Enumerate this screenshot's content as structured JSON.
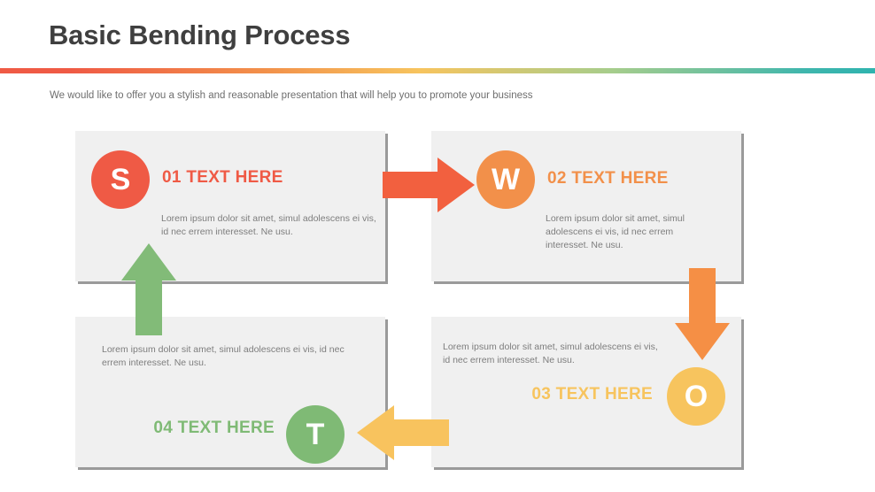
{
  "header": {
    "title": "Basic Bending Process",
    "subtitle": "We would like to offer you a stylish and reasonable presentation that will help you to promote your business"
  },
  "colors": {
    "title_text": "#3f3f3f",
    "subtitle_text": "#6e6e6e",
    "body_text": "#7d7d7d",
    "card_fill": "#f0f0f0",
    "card_shadow": "#9a9a9a",
    "step_1": "#ef5a45",
    "step_2": "#f2904a",
    "step_3": "#f7c45e",
    "step_4": "#7fba75",
    "divider_end": "#2fb3ae"
  },
  "divider": {
    "name": "gradient-rule",
    "stops": [
      "#ef5a45",
      "#f2904a",
      "#f7c45e",
      "#a6cd8c",
      "#2fb3ae"
    ]
  },
  "steps": [
    {
      "id": "01",
      "letter": "S",
      "heading": "01 TEXT HERE",
      "body": "Lorem ipsum dolor sit amet, simul adolescens ei vis, id nec errem interesset. Ne usu.",
      "color": "#ef5a45"
    },
    {
      "id": "02",
      "letter": "W",
      "heading": "02 TEXT HERE",
      "body": "Lorem ipsum dolor sit amet, simul adolescens ei vis, id nec errem interesset. Ne usu.",
      "color": "#f2904a"
    },
    {
      "id": "03",
      "letter": "O",
      "heading": "03 TEXT HERE",
      "body": "Lorem ipsum dolor sit amet, simul adolescens ei vis, id nec errem interesset. Ne usu.",
      "color": "#f7c45e"
    },
    {
      "id": "04",
      "letter": "T",
      "heading": "04 TEXT HERE",
      "body": "Lorem ipsum dolor sit amet, simul adolescens ei vis, id nec errem interesset. Ne usu.",
      "color": "#7fba75"
    }
  ],
  "arrows": [
    {
      "name": "arrow-right-icon",
      "direction": "right",
      "color": "#f2603f",
      "from": "01",
      "to": "02"
    },
    {
      "name": "arrow-down-icon",
      "direction": "down",
      "color": "#f58f45",
      "from": "02",
      "to": "03"
    },
    {
      "name": "arrow-left-icon",
      "direction": "left",
      "color": "#f8c35e",
      "from": "03",
      "to": "04"
    },
    {
      "name": "arrow-up-icon",
      "direction": "up",
      "color": "#82bb78",
      "from": "04",
      "to": "01"
    }
  ]
}
